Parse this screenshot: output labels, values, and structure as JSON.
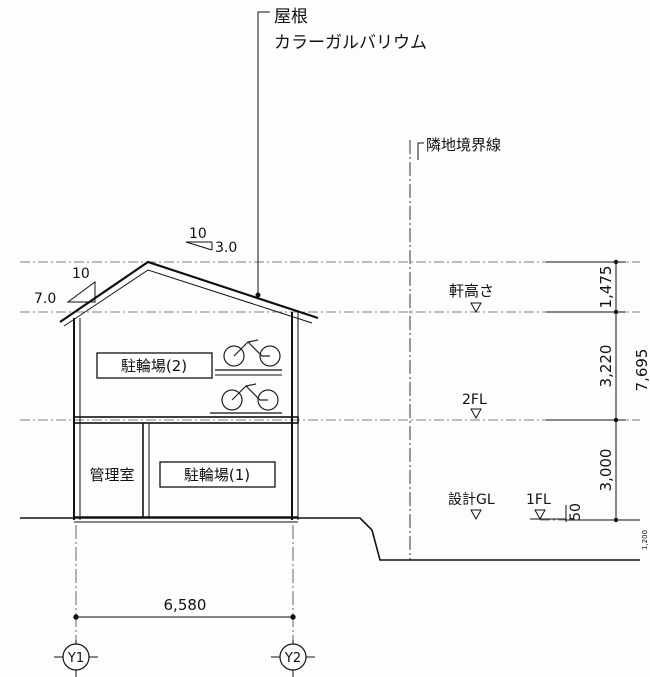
{
  "roof_label": "屋根",
  "roof_material": "カラーガルバリウム",
  "boundary_label": "隣地境界線",
  "pitch_main": {
    "run": "10",
    "rise": "3.0"
  },
  "pitch_eave": {
    "run": "10",
    "rise": "7.0"
  },
  "rooms": {
    "parking_upper": "駐輪場(2)",
    "parking_lower": "駐輪場(1)",
    "office": "管理室"
  },
  "levels": {
    "eave_height": "軒高さ",
    "second_floor": "2FL",
    "design_gl": "設計GL",
    "first_floor": "1FL"
  },
  "dimensions": {
    "eave_to_top": "1,475",
    "second_to_eave": "3,220",
    "gl_to_second": "3,000",
    "total_height": "7,695",
    "gl_to_1fl": "50",
    "width": "6,580",
    "small_right": "1,200"
  },
  "grid": {
    "left": "Y1",
    "right": "Y2"
  }
}
